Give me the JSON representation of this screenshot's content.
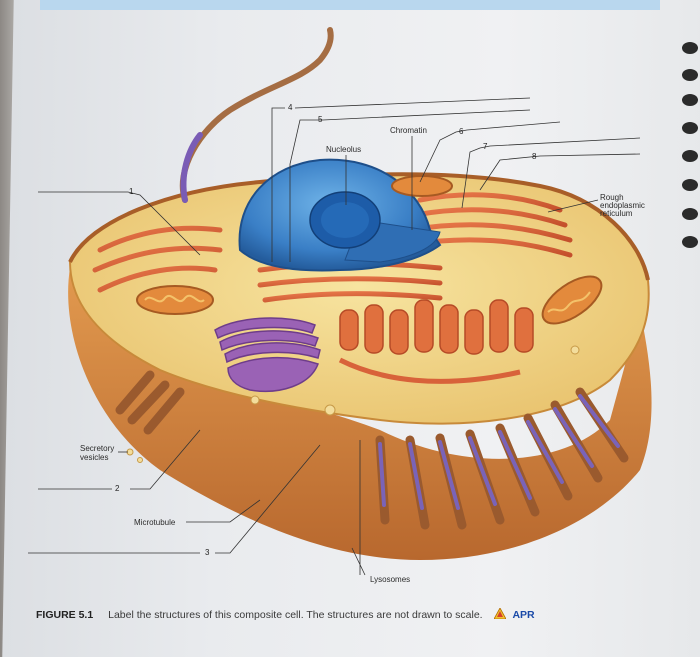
{
  "labels": {
    "chromatin": "Chromatin",
    "nucleolus": "Nucleolus",
    "rough_er": "Rough endoplasmic reticulum",
    "rough_er_line1": "Rough",
    "rough_er_line2": "endoplasmic",
    "rough_er_line3": "reticulum",
    "secretory_line1": "Secretory",
    "secretory_line2": "vesicles",
    "microtubule": "Microtubule",
    "lysosomes": "Lysosomes"
  },
  "numbers": {
    "n1": "1",
    "n2": "2",
    "n3": "3",
    "n4": "4",
    "n5": "5",
    "n6": "6",
    "n7": "7",
    "n8": "8"
  },
  "caption": {
    "figure": "FIGURE 5.1",
    "text": "Label the structures of this composite cell. The structures are not drawn to scale.",
    "apr": "APR"
  },
  "colors": {
    "nucleus": "#3f86c9",
    "er": "#d9643a",
    "golgi": "#8e5aa8",
    "cytoplasm": "#f1d98c",
    "membrane": "#b8742e"
  }
}
